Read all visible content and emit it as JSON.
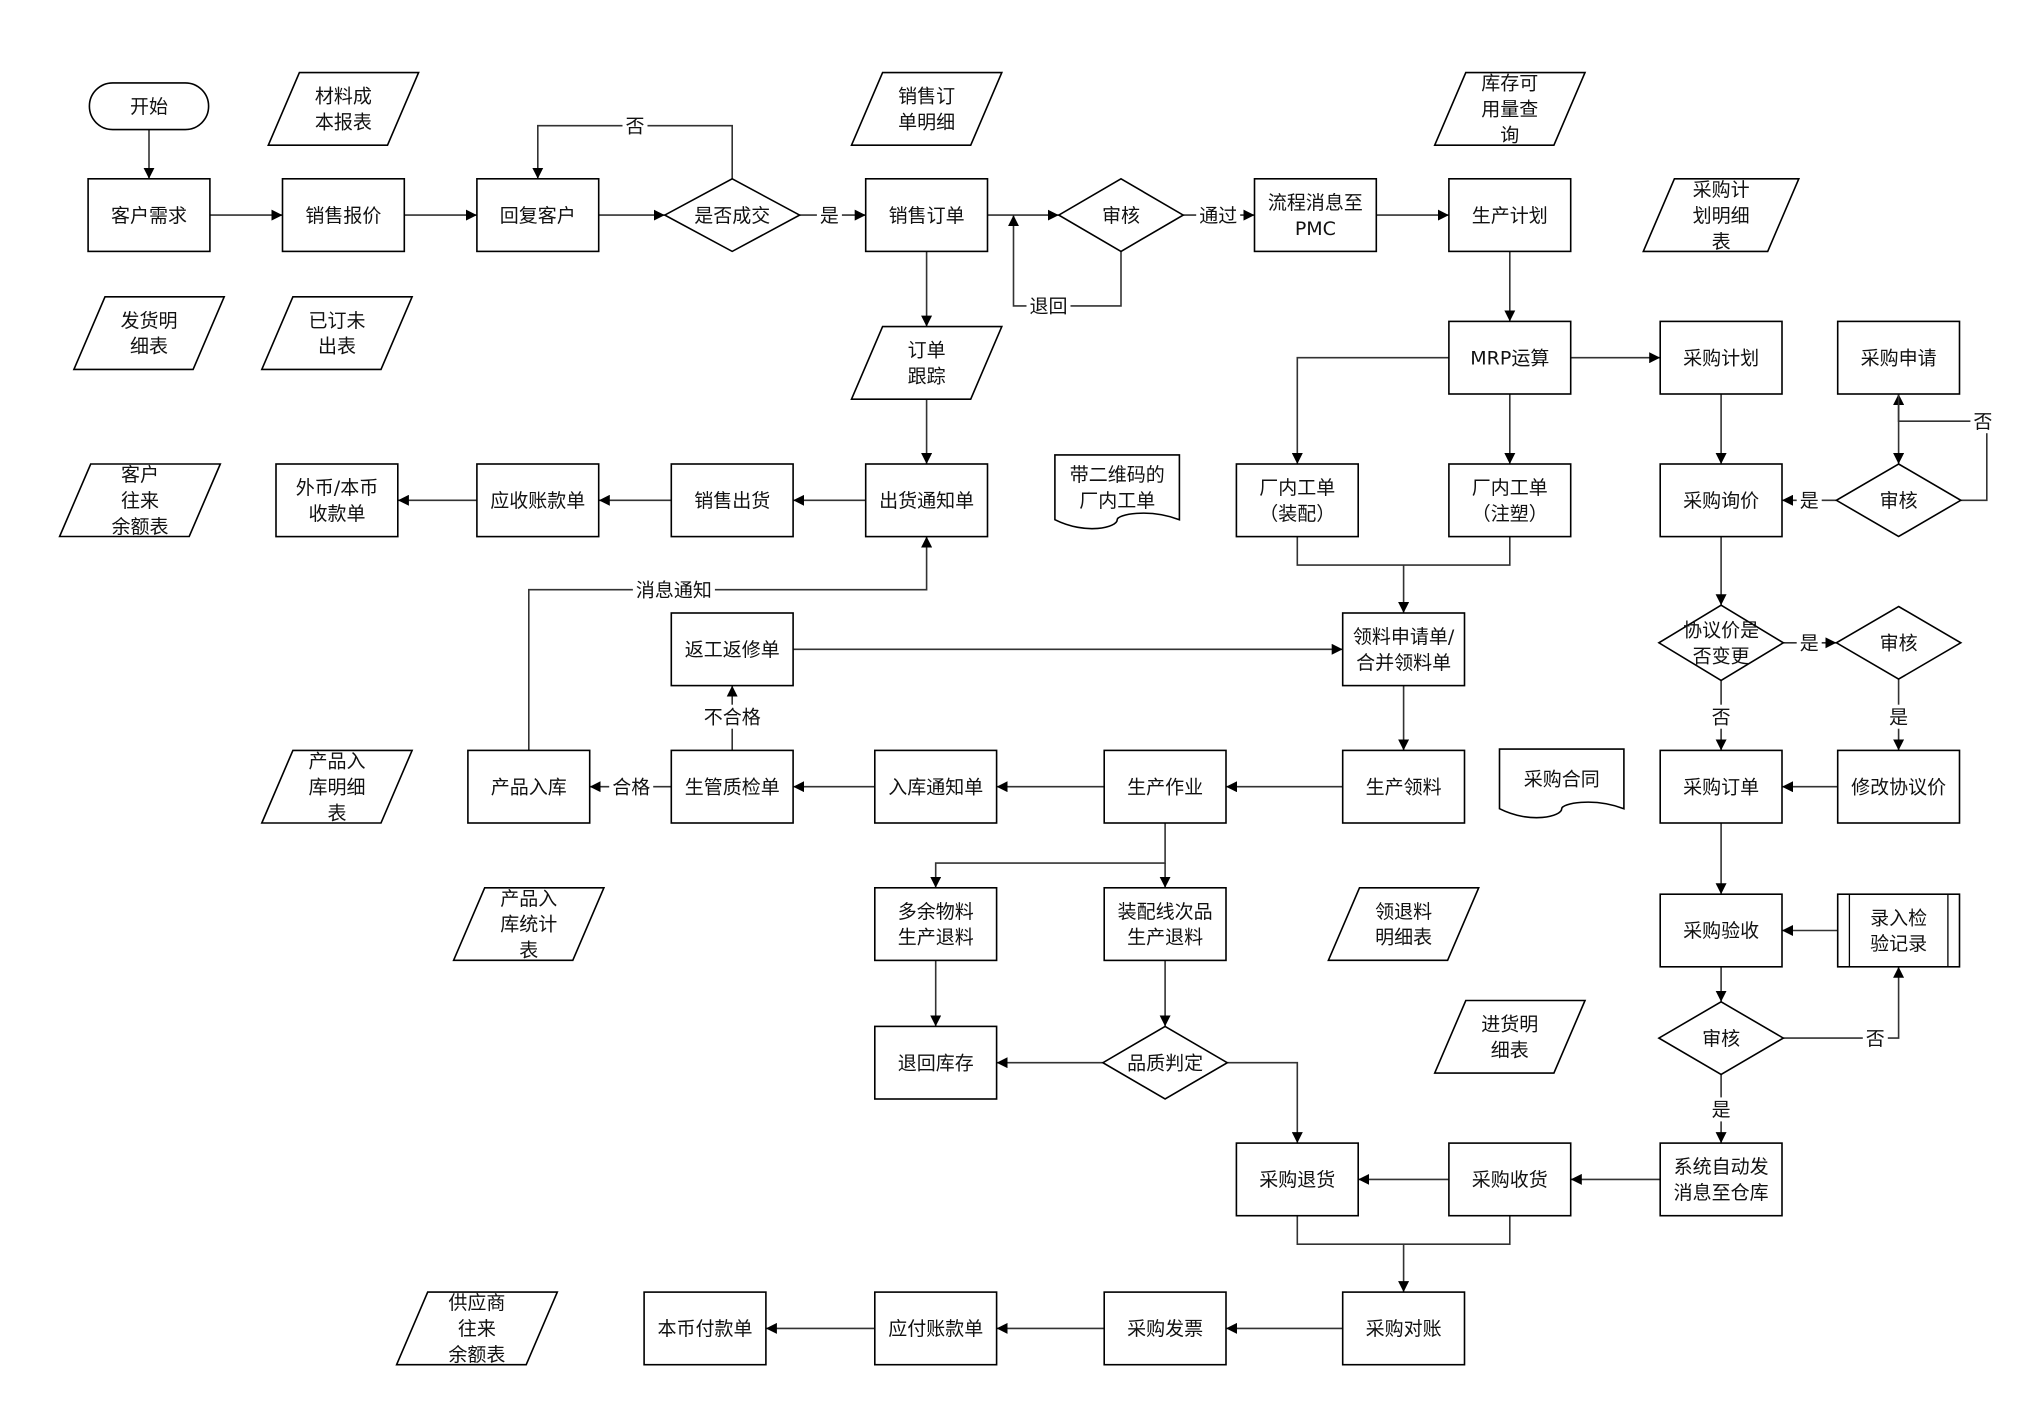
{
  "nodes": {
    "start": "开始",
    "customer_demand": "客户需求",
    "sales_quote": "销售报价",
    "reply_customer": "回复客户",
    "deal_decision": "是否成交",
    "sales_order": "销售订单",
    "review_sales": "审核",
    "flow_msg_pmc": [
      "流程消息至",
      "PMC"
    ],
    "production_plan": "生产计划",
    "material_cost_report": [
      "材料成",
      "本报表"
    ],
    "sales_order_detail": [
      "销售订",
      "单明细"
    ],
    "inventory_query": [
      "库存可",
      "用量查",
      "询"
    ],
    "purchase_plan_detail": [
      "采购计",
      "划明细",
      "表"
    ],
    "delivery_detail": [
      "发货明",
      "细表"
    ],
    "unshipped_report": [
      "已订未",
      "出表"
    ],
    "order_tracking": [
      "订单",
      "跟踪"
    ],
    "customer_balance": [
      "客户",
      "往来",
      "余额表"
    ],
    "currency_receipt": [
      "外币/本币",
      "收款单"
    ],
    "receivable_bill": "应收账款单",
    "sales_delivery": "销售出货",
    "delivery_notice": "出货通知单",
    "qr_work_order": [
      "带二维码的",
      "厂内工单"
    ],
    "mrp": "MRP运算",
    "work_order_assembly": [
      "厂内工单",
      "（装配）"
    ],
    "work_order_molding": [
      "厂内工单",
      "（注塑）"
    ],
    "purchase_plan": "采购计划",
    "purchase_request": "采购申请",
    "purchase_inquiry": "采购询价",
    "review_request": "审核",
    "rework_order": "返工返修单",
    "material_request": [
      "领料申请单/",
      "合并领料单"
    ],
    "price_change_decision": [
      "协议价是",
      "否变更"
    ],
    "review_price": "审核",
    "product_in_detail": [
      "产品入",
      "库明细",
      "表"
    ],
    "product_warehousing": "产品入库",
    "quality_inspection": "生管质检单",
    "warehousing_notice": "入库通知单",
    "production_operation": "生产作业",
    "production_picking": "生产领料",
    "purchase_contract": "采购合同",
    "purchase_order": "采购订单",
    "modify_price": "修改协议价",
    "product_in_stats": [
      "产品入",
      "库统计",
      "表"
    ],
    "surplus_return": [
      "多余物料",
      "生产退料"
    ],
    "defect_return": [
      "装配线次品",
      "生产退料"
    ],
    "picking_return_detail": [
      "领退料",
      "明细表"
    ],
    "purchase_acceptance": "采购验收",
    "inspection_record": [
      "录入检",
      "验记录"
    ],
    "return_stock": "退回库存",
    "quality_judgment": "品质判定",
    "incoming_detail": [
      "进货明",
      "细表"
    ],
    "review_acceptance": "审核",
    "purchase_return": "采购退货",
    "purchase_receipt": "采购收货",
    "auto_msg_warehouse": [
      "系统自动发",
      "消息至仓库"
    ],
    "supplier_balance": [
      "供应商",
      "往来",
      "余额表"
    ],
    "local_payment": "本币付款单",
    "payable_bill": "应付账款单",
    "purchase_invoice": "采购发票",
    "purchase_reconcile": "采购对账"
  },
  "edge_labels": {
    "deal_no": "否",
    "deal_yes": "是",
    "review_pass": "通过",
    "review_return": "退回",
    "request_no": "否",
    "request_yes": "是",
    "message_notice": "消息通知",
    "unqualified": "不合格",
    "qualified": "合格",
    "price_yes": "是",
    "price_no": "否",
    "price_review_yes": "是",
    "acceptance_no": "否",
    "acceptance_yes": "是"
  },
  "colors": {
    "stroke": "#000000",
    "fill": "#ffffff",
    "text": "#111111",
    "line": "#333333"
  }
}
